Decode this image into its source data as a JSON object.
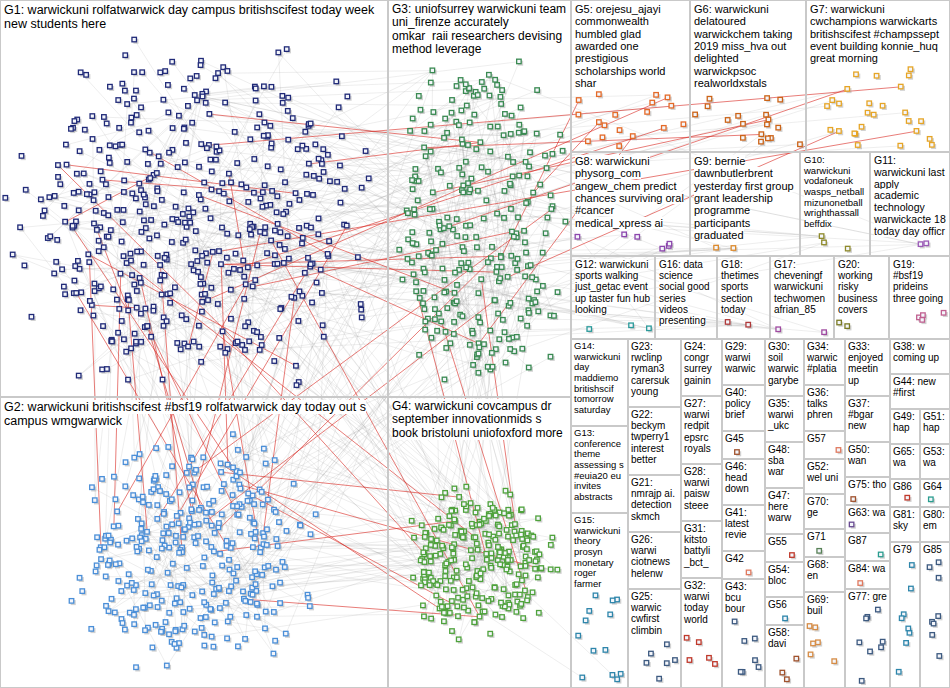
{
  "diagram": {
    "nodes": [
      {
        "text": [
          "G1: warwickuni rolfatwarwick day campus britishscifest today week new students here"
        ]
      },
      {
        "text": [
          "G2: warwickuni britishscifest #bsf19 rolfatwarwick day today out s campus wmgwarwick"
        ]
      },
      {
        "text": [
          "G3: uniofsurrey warwickuni team uni_firenze accurately omkar_raii researchers devising method leverage"
        ]
      },
      {
        "text": [
          "G4: warwickuni covcampus dr september innovationmids s book bristoluni uniofoxford more"
        ]
      },
      {
        "text": [
          "G5: orejesu_ajayi commonwealth humbled glad awarded one prestigious scholarships world shar"
        ]
      },
      {
        "text": [
          "G6: warwickuni delatoured warwickchem taking 2019 miss_hva out delighted warwickpsoc realworldxstals"
        ]
      },
      {
        "text": [
          "G7: warwickuni cwchampions warwickarts britishscifest #champssept event building konnie_huq great morning"
        ]
      },
      {
        "text": [
          "G8: warwickuni physorg_com angew_chem predict chances surviving oral #cancer medical_xpress ai"
        ]
      },
      {
        "text": [
          "G9: bernie dawnbutlerbrent yesterday first group grant leadership programme participants graduated"
        ]
      },
      {
        "text": [
          "G10: warwickuni vodafoneuk wasps_netball mizunonetball wrighthassall beffdix"
        ]
      },
      {
        "text": [
          "G11: warwickuni last apply academic technology warwickacte 18 today day officr"
        ]
      },
      {
        "text": [
          "G12: warwickuni sports walking just_getac event up taster fun hub looking"
        ]
      },
      {
        "text": [
          "G16: data science social good series videos presenting"
        ]
      },
      {
        "text": [
          "G18: thetimes sports section today"
        ]
      },
      {
        "text": [
          "G17: cheveningf warwickuni techwomen afrian_85"
        ]
      },
      {
        "text": [
          "G20: working risky business covers"
        ]
      },
      {
        "text": [
          "G19: #bsf19 prideins three going"
        ]
      },
      {
        "text": [
          "G14: warwickuni day maddiemo britishscif tomorrow saturday"
        ]
      },
      {
        "text": [
          "G13: conference theme assessing s #euia20 eu invites abstracts"
        ]
      },
      {
        "text": [
          "G15: warwickuni theory prosyn monetary roger farmer"
        ]
      },
      {
        "text": [
          "G23: rwclinp ryman3 carersuk young"
        ]
      },
      {
        "text": [
          "G22: beckym twperry1 interest better"
        ]
      },
      {
        "text": [
          "G21: nmrajp ai. detection skmch"
        ]
      },
      {
        "text": [
          "G26: warwi ciotnews helenw"
        ]
      },
      {
        "text": [
          "G25: warwic cwfirst climbin"
        ]
      },
      {
        "text": [
          "G24: congr surrey gainin"
        ]
      },
      {
        "text": [
          "G27: warwi redpit epsrc royals"
        ]
      },
      {
        "text": [
          "G28: warwi paisw steee"
        ]
      },
      {
        "text": [
          "G31: kitsto battyli _bct_"
        ]
      },
      {
        "text": [
          "G32: warwi today world"
        ]
      },
      {
        "text": [
          "G29: warwi warwic"
        ]
      },
      {
        "text": [
          "G40: policy brief"
        ]
      },
      {
        "text": [
          "G45"
        ]
      },
      {
        "text": [
          "G46: head down"
        ]
      },
      {
        "text": [
          "G41: latest revie"
        ]
      },
      {
        "text": [
          "G42"
        ]
      },
      {
        "text": [
          "G43: bcu bour"
        ]
      },
      {
        "text": [
          "G30: soil warwic garybe"
        ]
      },
      {
        "text": [
          "G35: warwi _ukc"
        ]
      },
      {
        "text": [
          "G48: sba war"
        ]
      },
      {
        "text": [
          "G47: here warw"
        ]
      },
      {
        "text": [
          "G55"
        ]
      },
      {
        "text": [
          "G54: bloc"
        ]
      },
      {
        "text": [
          "G56"
        ]
      },
      {
        "text": [
          "G58: davi"
        ]
      },
      {
        "text": [
          "G34: warwic #platia"
        ]
      },
      {
        "text": [
          "G36: talks phren"
        ]
      },
      {
        "text": [
          "G57"
        ]
      },
      {
        "text": [
          "G52: wel uni"
        ]
      },
      {
        "text": [
          "G70: ge"
        ]
      },
      {
        "text": [
          "G71"
        ]
      },
      {
        "text": [
          "G68: en"
        ]
      },
      {
        "text": [
          "G69: buil"
        ]
      },
      {
        "text": [
          "G33: enjoyed meetin up"
        ]
      },
      {
        "text": [
          "G37: #bgar new"
        ]
      },
      {
        "text": [
          "G50: wan"
        ]
      },
      {
        "text": [
          "G75: tho"
        ]
      },
      {
        "text": [
          "G63: wa"
        ]
      },
      {
        "text": [
          "G87"
        ]
      },
      {
        "text": [
          "G84: wa"
        ]
      },
      {
        "text": [
          "G77: gre"
        ]
      },
      {
        "text": [
          "G38: w coming up"
        ]
      },
      {
        "text": [
          "G44: new #first"
        ]
      },
      {
        "text": [
          "G49: hap"
        ]
      },
      {
        "text": [
          "G65: wa"
        ]
      },
      {
        "text": [
          "G86"
        ]
      },
      {
        "text": [
          "G81: sky"
        ]
      },
      {
        "text": [
          "G79"
        ]
      },
      {
        "text": [
          "G51: hap"
        ]
      },
      {
        "text": [
          "G53: wa"
        ]
      },
      {
        "text": [
          "G64"
        ]
      },
      {
        "text": [
          "G80: em"
        ]
      },
      {
        "text": [
          "G85"
        ]
      }
    ]
  }
}
